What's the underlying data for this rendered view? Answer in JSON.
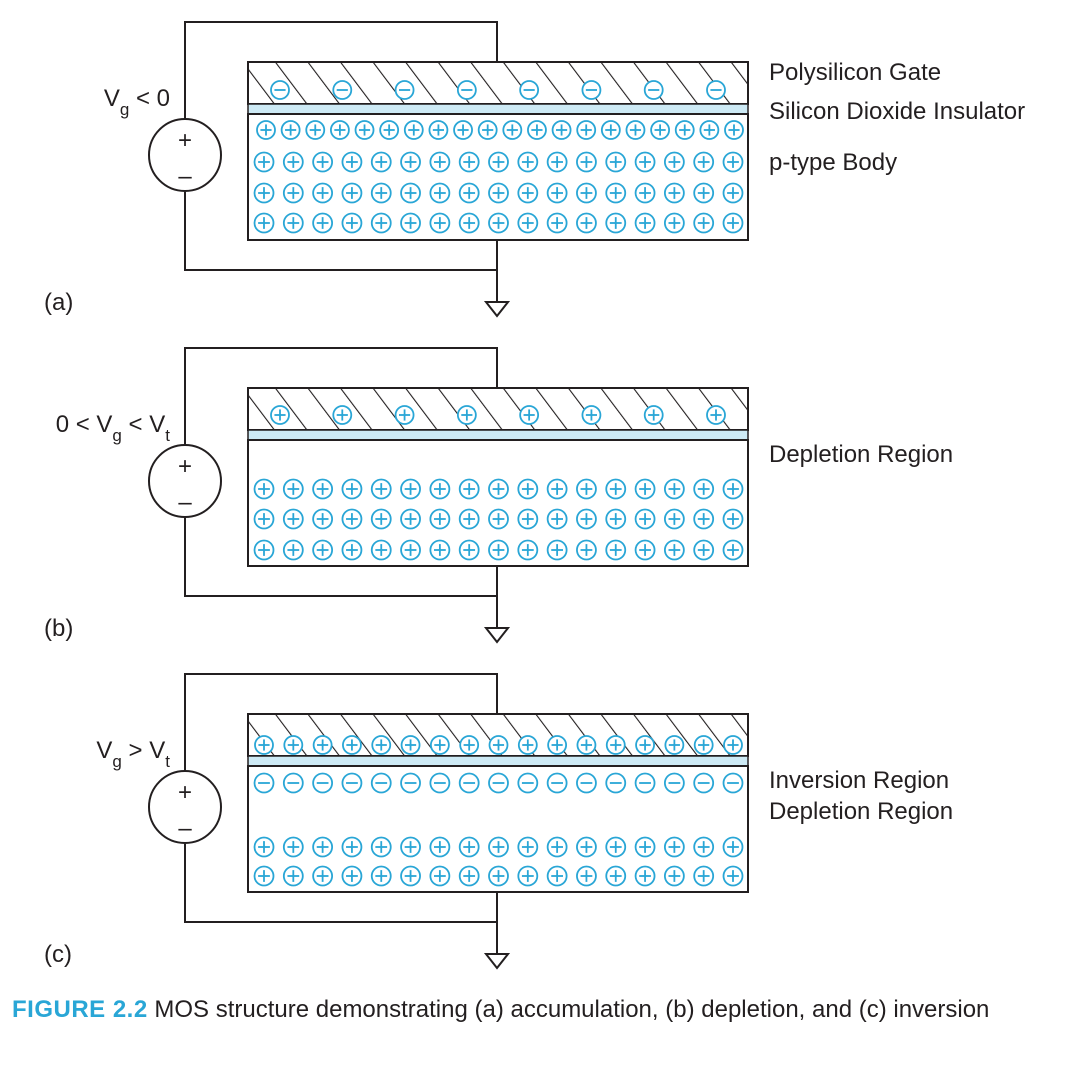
{
  "panels": [
    {
      "id": "a",
      "tag": "(a)",
      "voltage": {
        "v": "V",
        "sub": "g",
        "rel": " < 0",
        "prefix": "",
        "rhs": "",
        "rhs_sub": ""
      },
      "source": {
        "plus": "+",
        "minus": "–"
      },
      "labels": [
        "Polysilicon Gate",
        "Silicon Dioxide Insulator",
        "p-type Body"
      ],
      "gate_charge": "negative",
      "body_charge": "accumulation"
    },
    {
      "id": "b",
      "tag": "(b)",
      "voltage": {
        "v": "V",
        "sub": "g",
        "rel": " < ",
        "prefix": "0 < ",
        "rhs": "V",
        "rhs_sub": "t"
      },
      "source": {
        "plus": "+",
        "minus": "–"
      },
      "labels": [
        "Depletion Region"
      ],
      "gate_charge": "positive",
      "body_charge": "depletion"
    },
    {
      "id": "c",
      "tag": "(c)",
      "voltage": {
        "v": "V",
        "sub": "g",
        "rel": " > ",
        "prefix": "",
        "rhs": "V",
        "rhs_sub": "t"
      },
      "source": {
        "plus": "+",
        "minus": "–"
      },
      "labels": [
        "Inversion Region",
        "Depletion Region"
      ],
      "gate_charge": "positive-dense",
      "body_charge": "inversion"
    }
  ],
  "caption": {
    "number": "FIGURE 2.2",
    "text": "MOS structure demonstrating (a) accumulation, (b) depletion, and (c) inversion"
  },
  "colors": {
    "charge": "#29a6d6",
    "oxide": "#cdeaf5",
    "line": "#231f20",
    "caption_accent": "#29a6d6"
  }
}
